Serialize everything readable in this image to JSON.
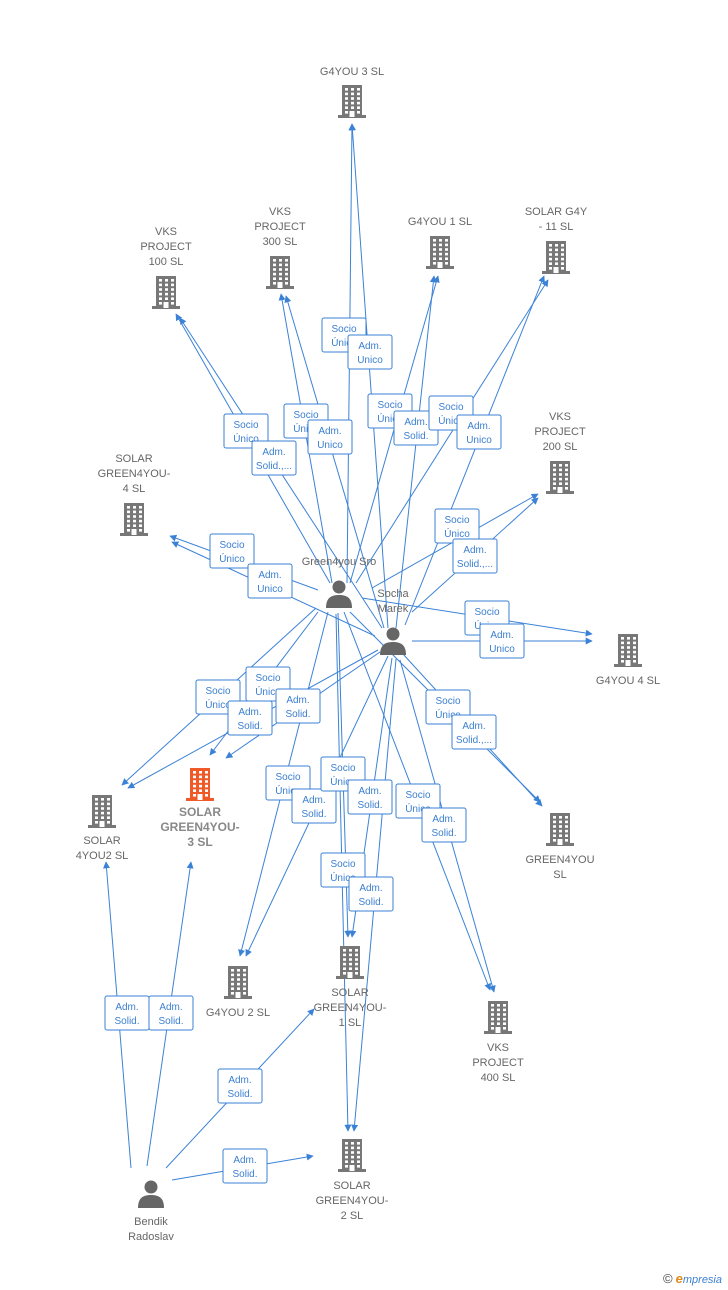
{
  "nodes": [
    {
      "id": "g4you3",
      "type": "company",
      "label": [
        "G4YOU 3  SL"
      ]
    },
    {
      "id": "vks100",
      "type": "company",
      "label": [
        "VKS",
        "PROJECT",
        "100  SL"
      ]
    },
    {
      "id": "vks300",
      "type": "company",
      "label": [
        "VKS",
        "PROJECT",
        "300  SL"
      ]
    },
    {
      "id": "g4you1",
      "type": "company",
      "label": [
        "G4YOU 1  SL"
      ]
    },
    {
      "id": "solarg4y11",
      "type": "company",
      "label": [
        "SOLAR G4Y",
        "-  11  SL"
      ]
    },
    {
      "id": "vks200",
      "type": "company",
      "label": [
        "VKS",
        "PROJECT",
        "200  SL"
      ]
    },
    {
      "id": "solar4",
      "type": "company",
      "label": [
        "SOLAR",
        "GREEN4YOU-",
        "4  SL"
      ]
    },
    {
      "id": "g4you4",
      "type": "company",
      "label": [
        "G4YOU 4  SL"
      ]
    },
    {
      "id": "solar3",
      "type": "company",
      "highlight": true,
      "label": [
        "SOLAR",
        "GREEN4YOU-",
        "3  SL"
      ]
    },
    {
      "id": "solar4you2",
      "type": "company",
      "label": [
        "SOLAR",
        "4YOU2  SL"
      ]
    },
    {
      "id": "green4you",
      "type": "company",
      "label": [
        "GREEN4YOU",
        "SL"
      ]
    },
    {
      "id": "g4you2",
      "type": "company",
      "label": [
        "G4YOU 2  SL"
      ]
    },
    {
      "id": "solar1",
      "type": "company",
      "label": [
        "SOLAR",
        "GREEN4YOU-",
        "1  SL"
      ]
    },
    {
      "id": "vks400",
      "type": "company",
      "label": [
        "VKS",
        "PROJECT",
        "400  SL"
      ]
    },
    {
      "id": "solar2",
      "type": "company",
      "label": [
        "SOLAR",
        "GREEN4YOU-",
        "2  SL"
      ]
    },
    {
      "id": "green4yousro",
      "type": "person",
      "label": [
        "Green4you Sro"
      ]
    },
    {
      "id": "socha",
      "type": "person",
      "label": [
        "Socha",
        "Marek"
      ]
    },
    {
      "id": "bendik",
      "type": "person",
      "label": [
        "Bendik",
        "Radoslav"
      ]
    }
  ],
  "edges": [
    {
      "from": "green4yousro",
      "to": "g4you3"
    },
    {
      "from": "socha",
      "to": "g4you3"
    },
    {
      "from": "green4yousro",
      "to": "vks100"
    },
    {
      "from": "socha",
      "to": "vks100"
    },
    {
      "from": "green4yousro",
      "to": "vks300"
    },
    {
      "from": "socha",
      "to": "vks300"
    },
    {
      "from": "green4yousro",
      "to": "g4you1"
    },
    {
      "from": "socha",
      "to": "g4you1"
    },
    {
      "from": "green4yousro",
      "to": "solarg4y11"
    },
    {
      "from": "socha",
      "to": "solarg4y11"
    },
    {
      "from": "green4yousro",
      "to": "vks200"
    },
    {
      "from": "socha",
      "to": "vks200"
    },
    {
      "from": "green4yousro",
      "to": "solar4"
    },
    {
      "from": "socha",
      "to": "solar4"
    },
    {
      "from": "green4yousro",
      "to": "g4you4"
    },
    {
      "from": "socha",
      "to": "g4you4"
    },
    {
      "from": "green4yousro",
      "to": "solar3"
    },
    {
      "from": "socha",
      "to": "solar3"
    },
    {
      "from": "green4yousro",
      "to": "solar4you2"
    },
    {
      "from": "socha",
      "to": "solar4you2"
    },
    {
      "from": "green4yousro",
      "to": "green4you"
    },
    {
      "from": "socha",
      "to": "green4you"
    },
    {
      "from": "green4yousro",
      "to": "g4you2"
    },
    {
      "from": "socha",
      "to": "g4you2"
    },
    {
      "from": "green4yousro",
      "to": "solar1"
    },
    {
      "from": "socha",
      "to": "solar1"
    },
    {
      "from": "green4yousro",
      "to": "vks400"
    },
    {
      "from": "socha",
      "to": "vks400"
    },
    {
      "from": "green4yousro",
      "to": "solar2"
    },
    {
      "from": "socha",
      "to": "solar2"
    },
    {
      "from": "bendik",
      "to": "solar4you2"
    },
    {
      "from": "bendik",
      "to": "solar3"
    },
    {
      "from": "bendik",
      "to": "solar1"
    },
    {
      "from": "bendik",
      "to": "solar2"
    }
  ],
  "edge_labels": [
    {
      "lines": [
        "Socio",
        "Único"
      ]
    },
    {
      "lines": [
        "Adm.",
        "Unico"
      ]
    },
    {
      "lines": [
        "Socio",
        "Único"
      ]
    },
    {
      "lines": [
        "Adm.",
        "Solid.,..."
      ]
    },
    {
      "lines": [
        "Socio",
        "Único"
      ]
    },
    {
      "lines": [
        "Adm.",
        "Unico"
      ]
    },
    {
      "lines": [
        "Socio",
        "Único"
      ]
    },
    {
      "lines": [
        "Adm.",
        "Solid."
      ]
    },
    {
      "lines": [
        "Socio",
        "Único"
      ]
    },
    {
      "lines": [
        "Adm.",
        "Unico"
      ]
    },
    {
      "lines": [
        "Socio",
        "Único"
      ]
    },
    {
      "lines": [
        "Adm.",
        "Solid.,..."
      ]
    },
    {
      "lines": [
        "Socio",
        "Único"
      ]
    },
    {
      "lines": [
        "Adm.",
        "Unico"
      ]
    },
    {
      "lines": [
        "Socio",
        "Único"
      ]
    },
    {
      "lines": [
        "Adm.",
        "Unico"
      ]
    },
    {
      "lines": [
        "Socio",
        "Único"
      ]
    },
    {
      "lines": [
        "Adm.",
        "Solid."
      ]
    },
    {
      "lines": [
        "Socio",
        "Único"
      ]
    },
    {
      "lines": [
        "Adm.",
        "Solid."
      ]
    },
    {
      "lines": [
        "Socio",
        "Único"
      ]
    },
    {
      "lines": [
        "Adm.",
        "Solid.,..."
      ]
    },
    {
      "lines": [
        "Socio",
        "Único"
      ]
    },
    {
      "lines": [
        "Adm.",
        "Solid."
      ]
    },
    {
      "lines": [
        "Socio",
        "Único"
      ]
    },
    {
      "lines": [
        "Adm.",
        "Solid."
      ]
    },
    {
      "lines": [
        "Socio",
        "Único"
      ]
    },
    {
      "lines": [
        "Adm.",
        "Solid."
      ]
    },
    {
      "lines": [
        "Socio",
        "Único"
      ]
    },
    {
      "lines": [
        "Adm.",
        "Solid."
      ]
    },
    {
      "lines": [
        "Adm.",
        "Solid."
      ]
    },
    {
      "lines": [
        "Adm.",
        "Solid."
      ]
    },
    {
      "lines": [
        "Adm.",
        "Solid."
      ]
    },
    {
      "lines": [
        "Adm.",
        "Solid."
      ]
    }
  ],
  "colors": {
    "edge": "#3b82d6",
    "company_icon": "#777777",
    "highlight_icon": "#f05a28",
    "person_icon": "#666666",
    "label_text": "#666666"
  },
  "brand": {
    "copyright": "©",
    "initial": "e",
    "name": "mpresia"
  }
}
